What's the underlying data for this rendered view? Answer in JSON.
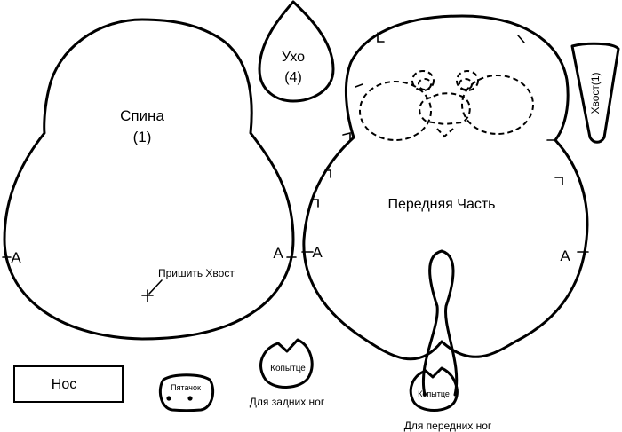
{
  "pieces": {
    "back": {
      "title": "Спина",
      "count": "(1)",
      "mark_left": "A",
      "mark_right": "A",
      "tail_note": "Пришить Хвост"
    },
    "ear": {
      "title": "Ухо",
      "count": "(4)"
    },
    "front": {
      "title": "Передняя Часть",
      "mark_left": "A",
      "mark_right": "A"
    },
    "tail": {
      "title": "Хвост(1)"
    },
    "nose": {
      "title": "Нос"
    },
    "snout": {
      "title": "Пятачок"
    },
    "hoof_back": {
      "title": "Копытце",
      "caption": "Для задних ног"
    },
    "hoof_front": {
      "title": "Копытце",
      "caption": "Для передних ног"
    }
  }
}
